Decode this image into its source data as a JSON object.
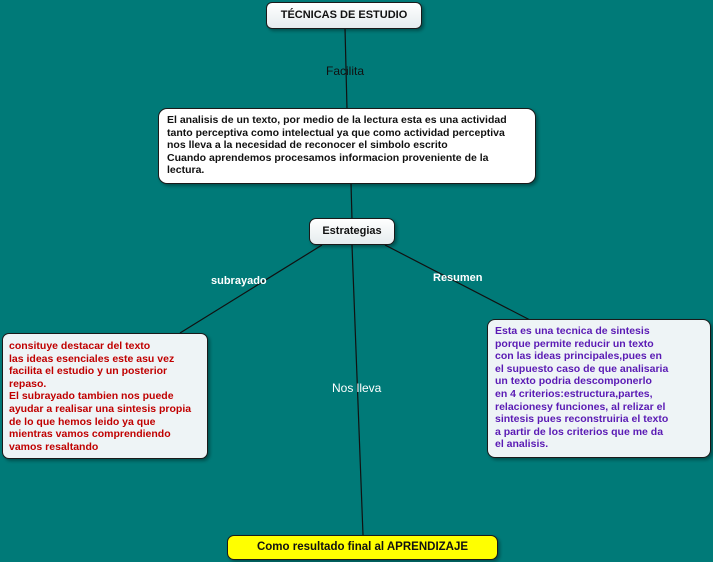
{
  "colors": {
    "background": "#007a78",
    "left_text": "#c00000",
    "right_text": "#5a1ab4",
    "result_box": "#ffff00"
  },
  "top_node": {
    "text": "TÉCNICAS DE ESTUDIO"
  },
  "link_facilita": {
    "text": "Facilita"
  },
  "analysis_node": {
    "text": "El analisis de un texto, por medio de la lectura esta es una actividad\ntanto perceptiva como intelectual  ya que como actividad perceptiva\nnos lleva a la necesidad de reconocer el simbolo escrito\nCuando aprendemos procesamos informacion proveniente de la\nlectura."
  },
  "strategies_node": {
    "text": "Estrategias"
  },
  "link_subrayado": {
    "text": "subrayado"
  },
  "link_resumen": {
    "text": "Resumen"
  },
  "link_nos_lleva": {
    "text": "Nos lleva"
  },
  "subrayado_node": {
    "text": "consituye destacar del texto\nlas ideas esenciales este asu vez\nfacilita el estudio y un posterior\nrepaso.\nEl subrayado tambien nos puede\nayudar a realisar una sintesis propia\nde lo que hemos leido ya que\nmientras vamos comprendiendo\nvamos resaltando"
  },
  "resumen_node": {
    "text": "Esta es una tecnica de sintesis\nporque permite reducir un texto\ncon las ideas principales,pues en\nel supuesto caso de que analisaria\nun texto podria descomponerlo\nen 4 criterios:estructura,partes,\nrelacionesy funciones, al relizar el\nsintesis pues reconstruiria el texto\na partir de los criterios que me da\nel analisis."
  },
  "result_node": {
    "text": "Como resultado final al APRENDIZAJE"
  }
}
